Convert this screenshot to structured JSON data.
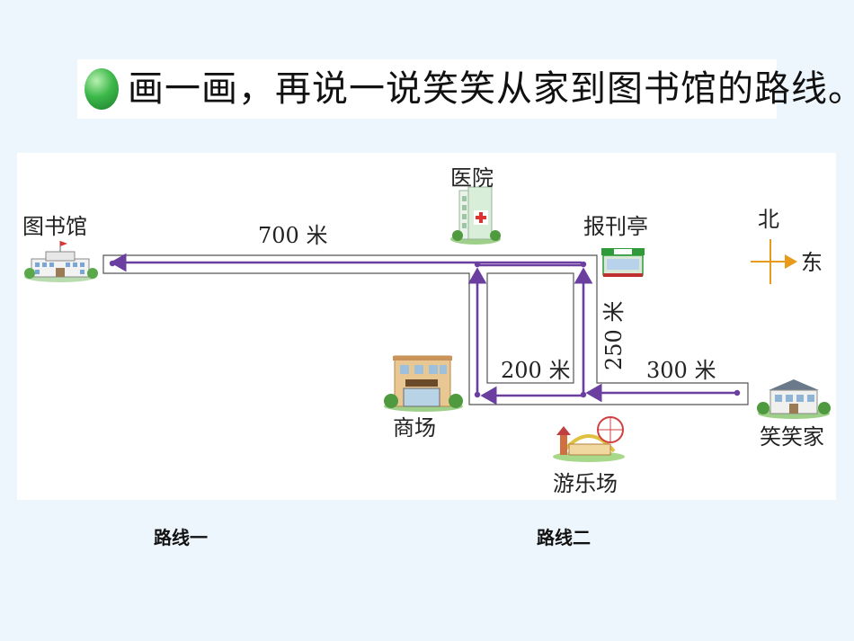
{
  "title": {
    "text": "画一画，再说一说笑笑从家到图书馆的路线。"
  },
  "places": {
    "library": "图书馆",
    "hospital": "医院",
    "newsstand": "报刊亭",
    "mall": "商场",
    "amusement_park": "游乐场",
    "home": "笑笑家"
  },
  "compass": {
    "north": "北",
    "east": "东"
  },
  "distances": {
    "d700": "700 米",
    "d250": "250 米",
    "d200": "200 米",
    "d300": "300 米"
  },
  "routes": {
    "route1": "路线一",
    "route2": "路线二"
  },
  "colors": {
    "route_line": "#6a3fa0",
    "road_outline": "#555555",
    "compass": "#e89a1a",
    "bullet": "#3cb84a"
  }
}
